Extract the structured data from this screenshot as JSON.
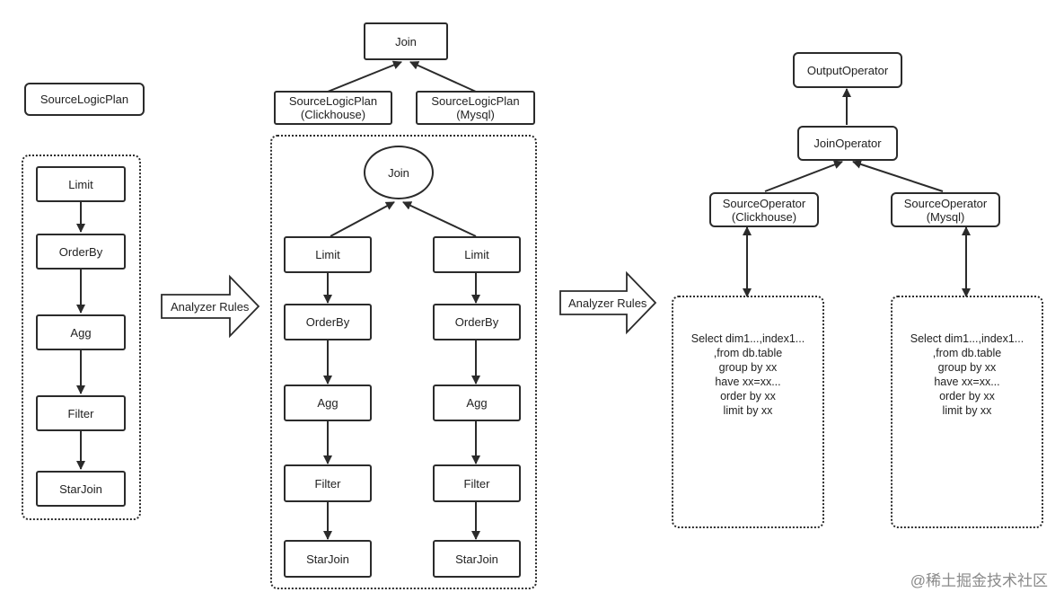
{
  "stage1": {
    "root_label": "SourceLogicPlan",
    "chain": [
      "Limit",
      "OrderBy",
      "Agg",
      "Filter",
      "StarJoin"
    ]
  },
  "arrow_label_1": "Analyzer Rules",
  "stage2": {
    "top_join": "Join",
    "source_left": "SourceLogicPlan\n(Clickhouse)",
    "source_right": "SourceLogicPlan\n(Mysql)",
    "inner_join": "Join",
    "left_chain": [
      "Limit",
      "OrderBy",
      "Agg",
      "Filter",
      "StarJoin"
    ],
    "right_chain": [
      "Limit",
      "OrderBy",
      "Agg",
      "Filter",
      "StarJoin"
    ]
  },
  "arrow_label_2": "Analyzer Rules",
  "stage3": {
    "output": "OutputOperator",
    "join": "JoinOperator",
    "source_left": "SourceOperator\n(Clickhouse)",
    "source_right": "SourceOperator\n(Mysql)",
    "sql_left": "Select dim1...,index1...\n,from db.table\ngroup by xx\nhave xx=xx...\norder by xx\nlimit by xx",
    "sql_right": "Select dim1...,index1...\n,from db.table\ngroup by xx\nhave xx=xx...\norder by xx\nlimit by xx"
  },
  "watermark": "@稀土掘金技术社区"
}
